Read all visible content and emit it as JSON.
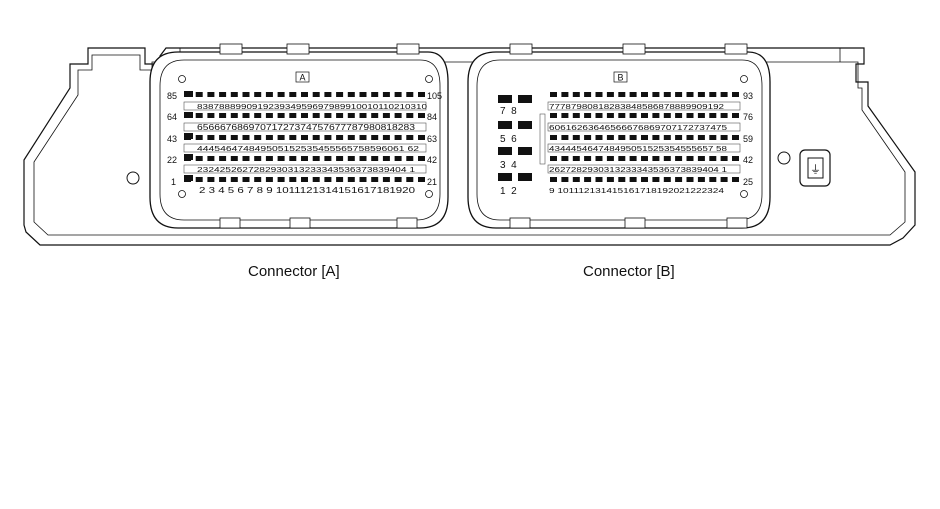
{
  "connector_a": {
    "caption": "Connector [A]",
    "tag": "A",
    "left_labels": [
      "85",
      "64",
      "43",
      "22",
      "1"
    ],
    "right_labels": [
      "105",
      "84",
      "63",
      "42",
      "21"
    ],
    "row_labels": [
      "838788899091923934959697989910010110210310",
      "65666768697071727374757677787980818283",
      "444546474849505152535455565758596061 62",
      "2324252627282930313233343536373839404 1",
      "2 3 4 5 6 7 8 9 1011121314151617181920"
    ]
  },
  "connector_b": {
    "caption": "Connector [B]",
    "tag": "B",
    "right_labels": [
      "93",
      "76",
      "59",
      "42",
      "25"
    ],
    "left_pairs": [
      "7  8",
      "5  6",
      "3  4",
      "1  2"
    ],
    "row_labels": [
      "77787980818283848586878889909192",
      "60616263646566676869707172737475",
      "434445464748495051525354555657 58",
      "2627282930313233343536373839404 1",
      "9 101112131415161718192021222324"
    ]
  },
  "ground_symbol": "⏚"
}
